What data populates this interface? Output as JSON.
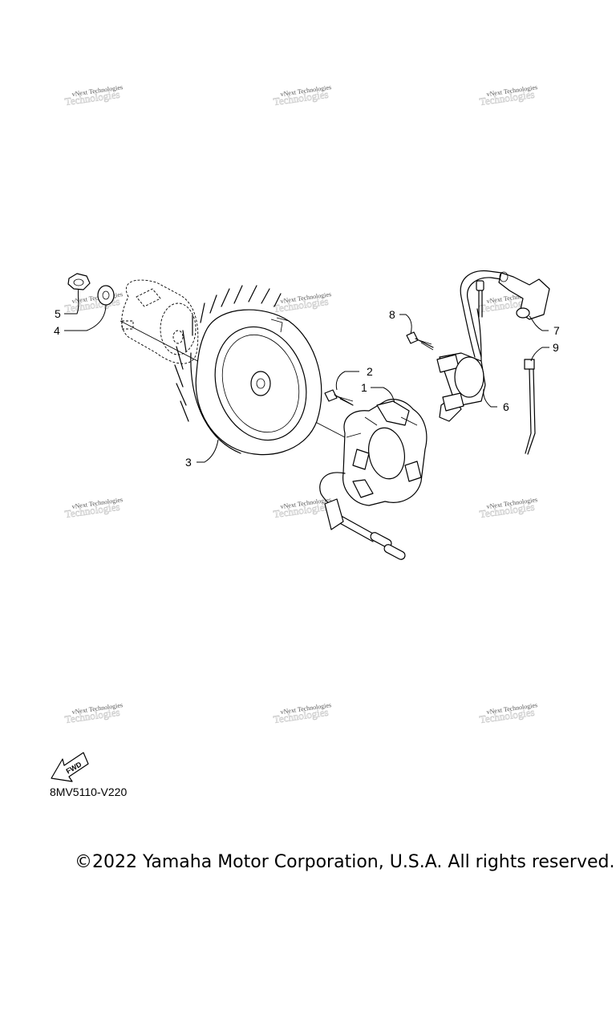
{
  "diagram": {
    "callouts": [
      {
        "id": "1",
        "label": "1",
        "part": "stator"
      },
      {
        "id": "2",
        "label": "2",
        "part": "stator-bolt"
      },
      {
        "id": "3",
        "label": "3",
        "part": "flywheel"
      },
      {
        "id": "4",
        "label": "4",
        "part": "washer"
      },
      {
        "id": "5",
        "label": "5",
        "part": "nut"
      },
      {
        "id": "6",
        "label": "6",
        "part": "ignition-coil"
      },
      {
        "id": "7",
        "label": "7",
        "part": "spark-plug-cap"
      },
      {
        "id": "8",
        "label": "8",
        "part": "coil-bolt"
      },
      {
        "id": "9",
        "label": "9",
        "part": "cable-tie"
      }
    ],
    "fwd_label": "FWD",
    "code": "8MV5110-V220",
    "watermark": {
      "line1": "vNext Technologies",
      "line2": "Technologies"
    }
  },
  "copyright": "©2022 Yamaha Motor Corporation, U.S.A. All rights reserved."
}
